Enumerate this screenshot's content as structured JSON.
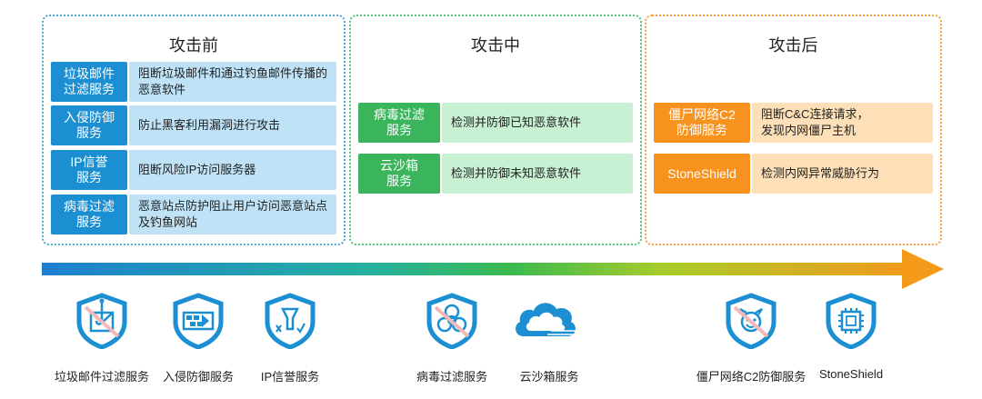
{
  "panels": [
    {
      "title": "攻击前",
      "rows": [
        {
          "tag": "垃圾邮件\n过滤服务",
          "desc": "阻断垃圾邮件和通过钓鱼邮件传播的恶意软件"
        },
        {
          "tag": "入侵防御\n服务",
          "desc": "防止黑客利用漏洞进行攻击"
        },
        {
          "tag": "IP信誉\n服务",
          "desc": "阻断风险IP访问服务器"
        },
        {
          "tag": "病毒过滤\n服务",
          "desc": "恶意站点防护阻止用户访问恶意站点及钓鱼网站"
        }
      ]
    },
    {
      "title": "攻击中",
      "rows": [
        {
          "tag": "病毒过滤\n服务",
          "desc": "检测并防御已知恶意软件"
        },
        {
          "tag": "云沙箱\n服务",
          "desc": "检测并防御未知恶意软件"
        }
      ]
    },
    {
      "title": "攻击后",
      "rows": [
        {
          "tag": "僵尸网络C2\n防御服务",
          "desc": "阻断C&C连接请求，\n发现内网僵尸主机"
        },
        {
          "tag": "StoneShield",
          "desc": "检测内网异常威胁行为"
        }
      ]
    }
  ],
  "icons": [
    {
      "name": "spam-filter-shield-icon",
      "label": "垃圾邮件过滤服务",
      "color": "#1b8fd1"
    },
    {
      "name": "intrusion-prevention-shield-icon",
      "label": "入侵防御服务",
      "color": "#1b8fd1"
    },
    {
      "name": "ip-reputation-shield-icon",
      "label": "IP信誉服务",
      "color": "#1b8fd1"
    },
    {
      "name": "virus-filter-shield-icon",
      "label": "病毒过滤服务",
      "color": "#1b8fd1"
    },
    {
      "name": "cloud-sandbox-icon",
      "label": "云沙箱服务",
      "color": "#1b8fd1"
    },
    {
      "name": "botnet-c2-shield-icon",
      "label": "僵尸网络C2防御服务",
      "color": "#1b8fd1"
    },
    {
      "name": "stoneshield-chip-shield-icon",
      "label": "StoneShield",
      "color": "#1b8fd1"
    }
  ],
  "colors": {
    "before": "#1b8fd1",
    "during": "#3bb55c",
    "after": "#f7921e"
  }
}
